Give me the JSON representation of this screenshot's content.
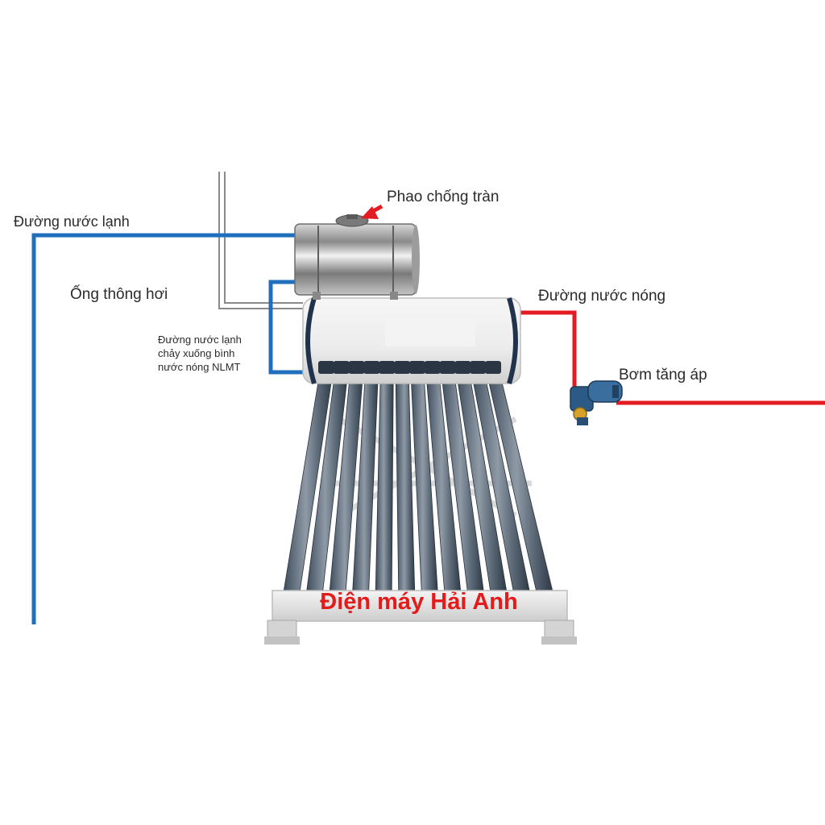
{
  "labels": {
    "cold_water_line": "Đường nước lạnh",
    "overflow_float": "Phao chống tràn",
    "vent_pipe": "Ống thông hơi",
    "cold_water_down": [
      "Đường nước lạnh",
      "chảy xuống bình",
      "nước nóng NLMT"
    ],
    "hot_water_line": "Đường nước nóng",
    "booster_pump": "Bơm tăng áp"
  },
  "brand": "Điện máy Hải Anh",
  "colors": {
    "cold_pipe": "#1f6fbd",
    "hot_pipe": "#e31b23",
    "vent_pipe": "#8a8a8a",
    "brand_text": "#e41b1b",
    "arrow": "#e31b23"
  },
  "icons": {
    "pump": "booster-pump-icon",
    "arrow": "arrow-icon"
  }
}
